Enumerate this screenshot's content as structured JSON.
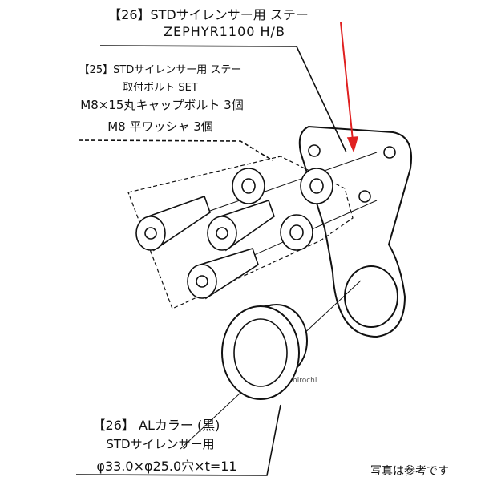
{
  "part26_stay": {
    "line1": "【26】STDサイレンサー用 ステー",
    "line2": "ZEPHYR1100 H/B"
  },
  "part25_bolts": {
    "line1": "【25】STDサイレンサー用 ステー",
    "line2": "取付ボルト SET",
    "line3": "M8×15丸キャップボルト 3個",
    "line4": "M8 平ワッシャ 3個"
  },
  "part26_collar": {
    "line1": "【26】 ALカラー (黒)",
    "line2": "STDサイレンサー用",
    "line3": "φ33.0×φ25.0穴×t=11"
  },
  "watermark": "hirochi",
  "footer_note": "写真は参考です",
  "colors": {
    "arrow": "#e02020",
    "line": "#111111"
  }
}
